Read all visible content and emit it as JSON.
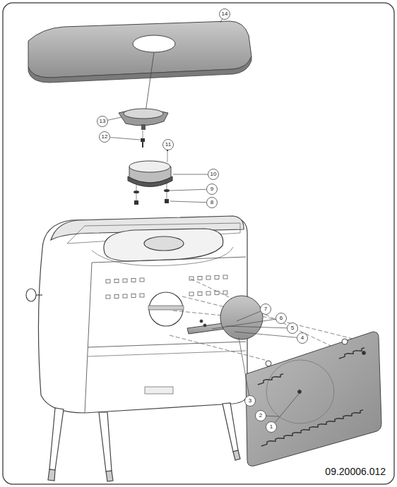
{
  "diagram": {
    "labels": [
      "14",
      "13",
      "12",
      "11",
      "10",
      "9",
      "8",
      "7",
      "6",
      "5",
      "4",
      "3",
      "2",
      "1",
      "09.20006.012"
    ]
  }
}
